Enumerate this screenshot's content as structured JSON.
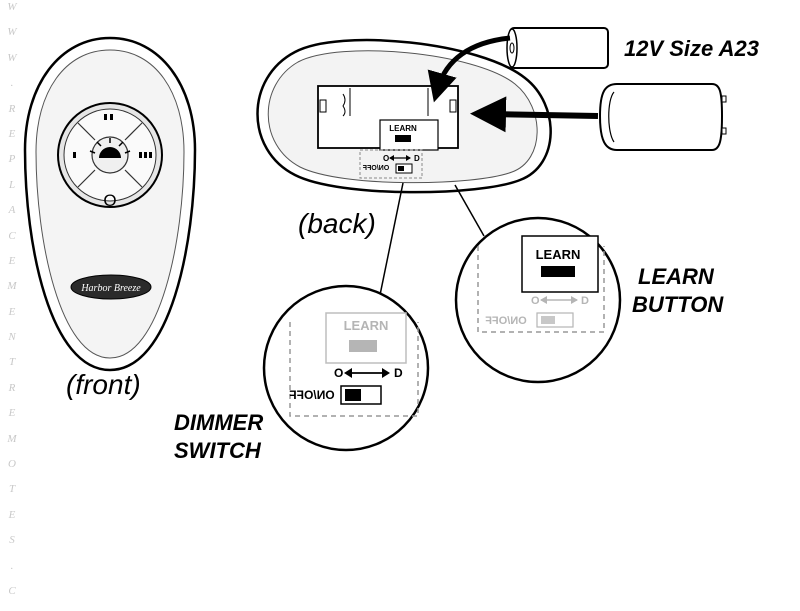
{
  "watermark": "WWW.REPLACEMENTREMOTES.C",
  "labels": {
    "battery": "12V Size A23",
    "front": "(front)",
    "back": "(back)",
    "learn_callout": [
      "LEARN",
      "BUTTON"
    ],
    "dimmer_callout": [
      "DIMMER",
      "SWITCH"
    ]
  },
  "remote_front": {
    "brand": "Harbor Breeze",
    "power_symbol": "O"
  },
  "remote_back": {
    "learn": "LEARN",
    "switch_ends": [
      "O",
      "D"
    ],
    "switch_label": "ON/OFF"
  },
  "zoom_learn": {
    "learn": "LEARN",
    "switch_ends": [
      "O",
      "D"
    ],
    "switch_label": "ON/OFF"
  },
  "zoom_dimmer": {
    "learn": "LEARN",
    "switch_ends": [
      "O",
      "D"
    ],
    "switch_label": "ON/OFF"
  },
  "colors": {
    "line": "#000000",
    "dashed": "#9a9a9a",
    "faded": "#bdbdbd",
    "watermark": "#c8c8c8"
  }
}
